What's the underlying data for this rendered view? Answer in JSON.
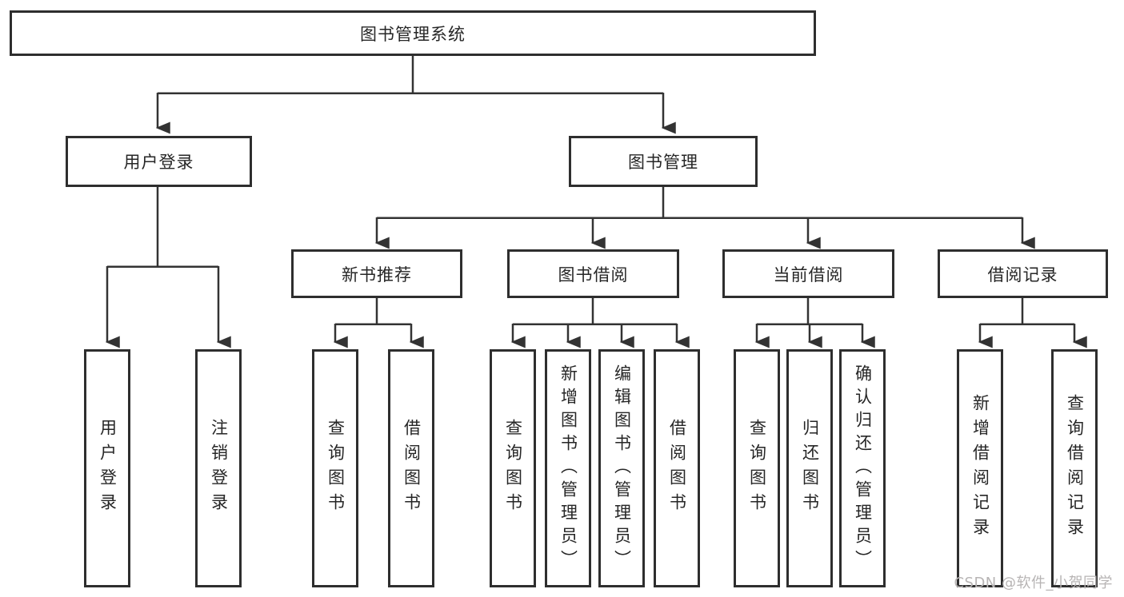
{
  "diagram": {
    "type": "hierarchy-tree",
    "title": "图书管理系统",
    "levels": 4,
    "colors": {
      "line": "#333333",
      "box_border": "#2e2e2e",
      "box_fill": "#ffffff",
      "text": "#262626",
      "watermark": "#b7b4b4"
    }
  },
  "nodes": {
    "root": "图书管理系统",
    "user_login": "用户登录",
    "book_management": "图书管理",
    "new_book_recommend": "新书推荐",
    "book_borrow": "图书借阅",
    "current_borrow": "当前借阅",
    "borrow_records": "借阅记录",
    "login_user_login": "用户登录",
    "login_logout": "注销登录",
    "recommend_query_book": "查询图书",
    "recommend_borrow_book": "借阅图书",
    "borrow_query_book": "查询图书",
    "borrow_add_book": "新增图书（管理员）",
    "borrow_edit_book": "编辑图书（管理员）",
    "borrow_borrow_book": "借阅图书",
    "current_query_book": "查询图书",
    "current_return_book": "归还图书",
    "current_confirm_return": "确认归还（管理员）",
    "records_add_record": "新增借阅记录",
    "records_query_record": "查询借阅记录"
  },
  "watermark": "CSDN @软件_小贺同学"
}
